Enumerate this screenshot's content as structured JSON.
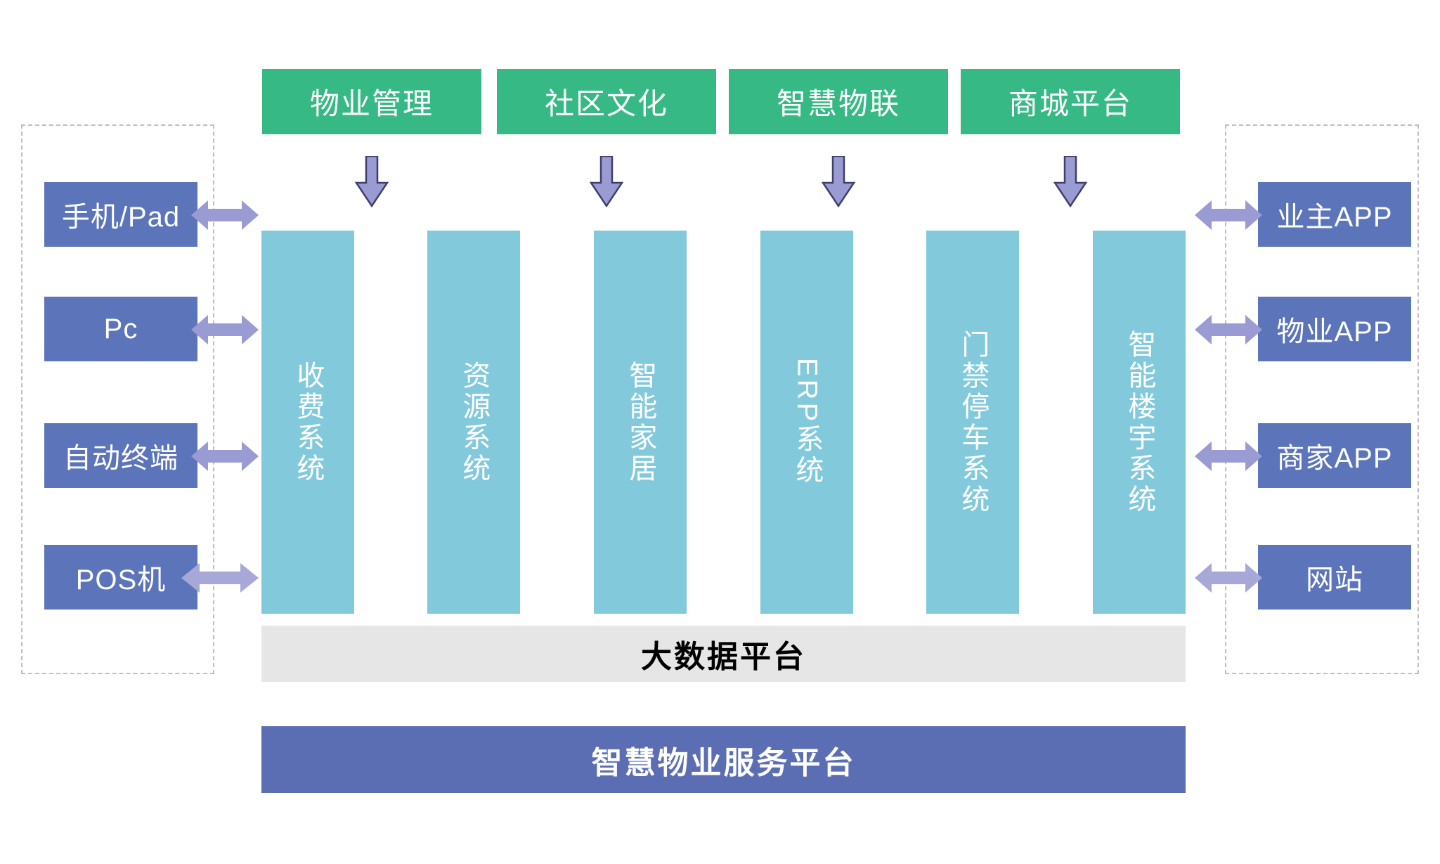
{
  "diagram": {
    "title_bottom": "智慧物业服务平台",
    "data_platform": "大数据平台",
    "top_modules": [
      {
        "label": "物业管理"
      },
      {
        "label": "社区文化"
      },
      {
        "label": "智慧物联"
      },
      {
        "label": "商城平台"
      }
    ],
    "left_group": {
      "items": [
        {
          "label": "手机/Pad"
        },
        {
          "label": "Pc"
        },
        {
          "label": "自动终端"
        },
        {
          "label": "POS机"
        }
      ]
    },
    "right_group": {
      "items": [
        {
          "label": "业主APP"
        },
        {
          "label": "物业APP"
        },
        {
          "label": "商家APP"
        },
        {
          "label": "网站"
        }
      ]
    },
    "systems": [
      {
        "label": "收费系统",
        "orientation": "vertical-cjk"
      },
      {
        "label": "资源系统",
        "orientation": "vertical-cjk"
      },
      {
        "label": "智能家居",
        "orientation": "vertical-cjk"
      },
      {
        "label": "ERP系统",
        "orientation": "vertical-mixed"
      },
      {
        "label": "门禁停车系统",
        "orientation": "vertical-cjk"
      },
      {
        "label": "智能楼宇系统",
        "orientation": "vertical-cjk"
      }
    ],
    "colors": {
      "green": "#36b984",
      "blue": "#5b74ba",
      "teal": "#82c9dc",
      "purple_bar": "#5b6eb4",
      "grey_bar": "#e6e6e6",
      "arrow_purple": "#9b9bd4",
      "arrow_outline": "#3f3f6b",
      "dashed_border": "#bfbfbf"
    },
    "icons": {
      "down_arrow": "arrow-down-icon",
      "left_arrow": "arrow-left-icon",
      "bidirectional_arrow": "arrow-left-right-icon"
    }
  }
}
